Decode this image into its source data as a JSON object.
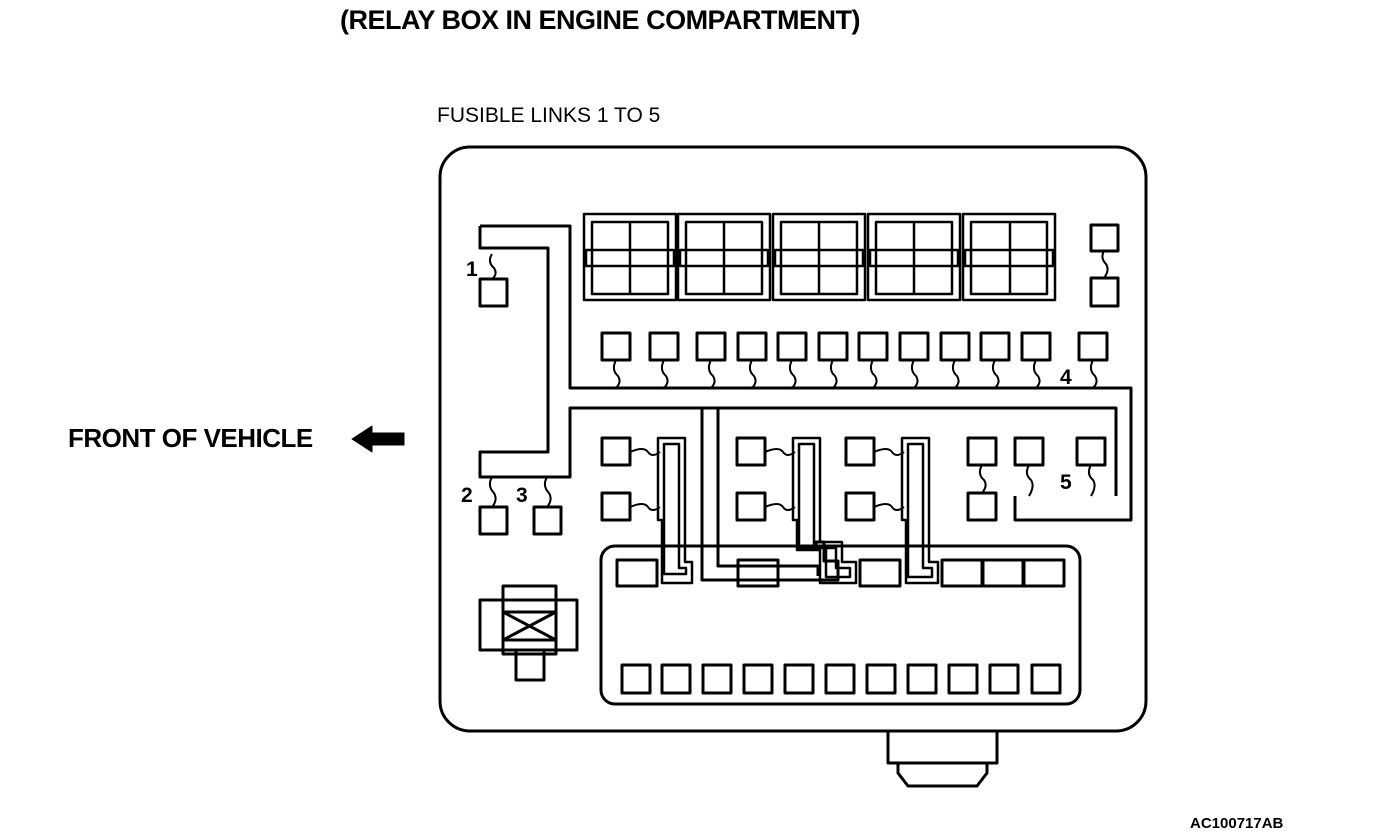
{
  "title": "(RELAY BOX IN ENGINE COMPARTMENT)",
  "fusible_links_label": "FUSIBLE LINKS 1 TO 5",
  "front_label": "FRONT OF VEHICLE",
  "figure_code": "AC100717AB",
  "link_numbers": [
    "1",
    "2",
    "3",
    "4",
    "5"
  ],
  "icons": {
    "arrow": "left-arrow-icon"
  }
}
